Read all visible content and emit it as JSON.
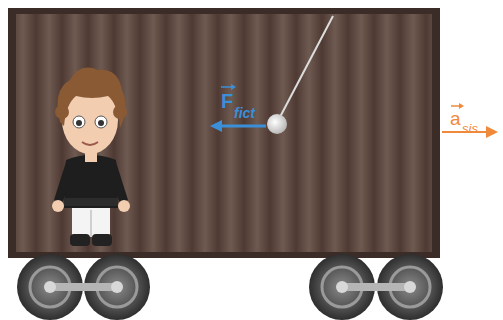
{
  "diagram": {
    "labels": [
      "F",
      "fict",
      "a",
      "sis"
    ]
  }
}
